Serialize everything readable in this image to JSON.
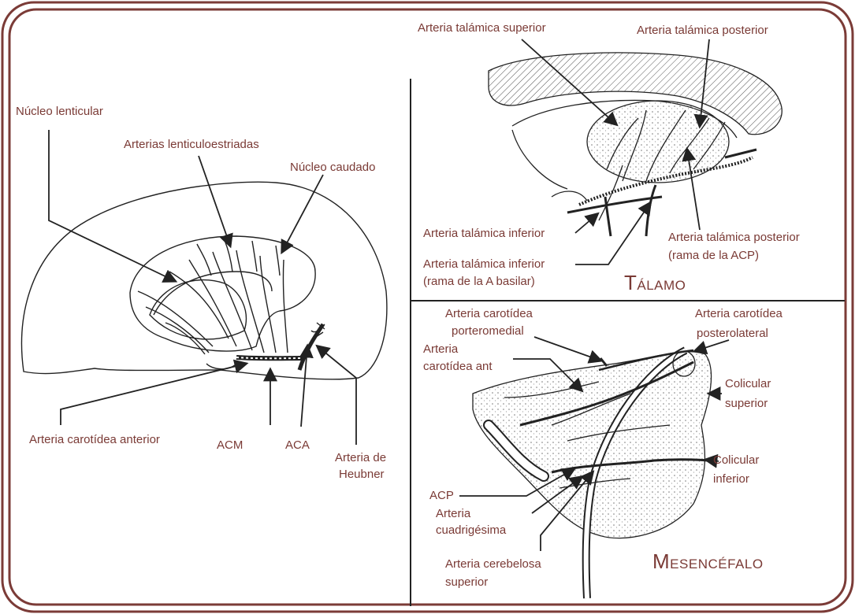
{
  "colors": {
    "frame": "#7b3b37",
    "label": "#7a3a35",
    "ink": "#222222"
  },
  "panels": {
    "left": {
      "labels": {
        "nucleo_lenticular": "Núcleo lenticular",
        "arterias_lenticuloestriadas": "Arterias lenticuloestriadas",
        "nucleo_caudado": "Núcleo caudado",
        "arteria_carotidea_anterior": "Arteria carotídea anterior",
        "acm": "ACM",
        "aca": "ACA",
        "arteria_heubner_1": "Arteria de",
        "arteria_heubner_2": "Heubner"
      }
    },
    "talamo": {
      "title_initial": "T",
      "title_rest": "ÁLAMO",
      "labels": {
        "talamica_superior": "Arteria talámica superior",
        "talamica_posterior": "Arteria talámica posterior",
        "talamica_inferior": "Arteria talámica inferior",
        "talamica_inferior_basilar_1": "Arteria talámica inferior",
        "talamica_inferior_basilar_2": "(rama de la A basilar)",
        "talamica_posterior_acp_1": "Arteria talámica posterior",
        "talamica_posterior_acp_2": "(rama de la ACP)"
      }
    },
    "mesencefalo": {
      "title_initial": "M",
      "title_rest": "ESENCÉFALO",
      "labels": {
        "porteromedial_1": "Arteria carotídea",
        "porteromedial_2": "porteromedial",
        "carotidea_ant_1": "Arteria",
        "carotidea_ant_2": "carotídea ant",
        "posterolateral_1": "Arteria carotídea",
        "posterolateral_2": "posterolateral",
        "colicular_superior_1": "Colicular",
        "colicular_superior_2": "superior",
        "colicular_inferior_1": "Colicular",
        "colicular_inferior_2": "inferior",
        "acp": "ACP",
        "cuadrigesima_1": "Arteria",
        "cuadrigesima_2": "cuadrigésima",
        "cerebelosa_1": "Arteria cerebelosa",
        "cerebelosa_2": "superior"
      }
    }
  }
}
